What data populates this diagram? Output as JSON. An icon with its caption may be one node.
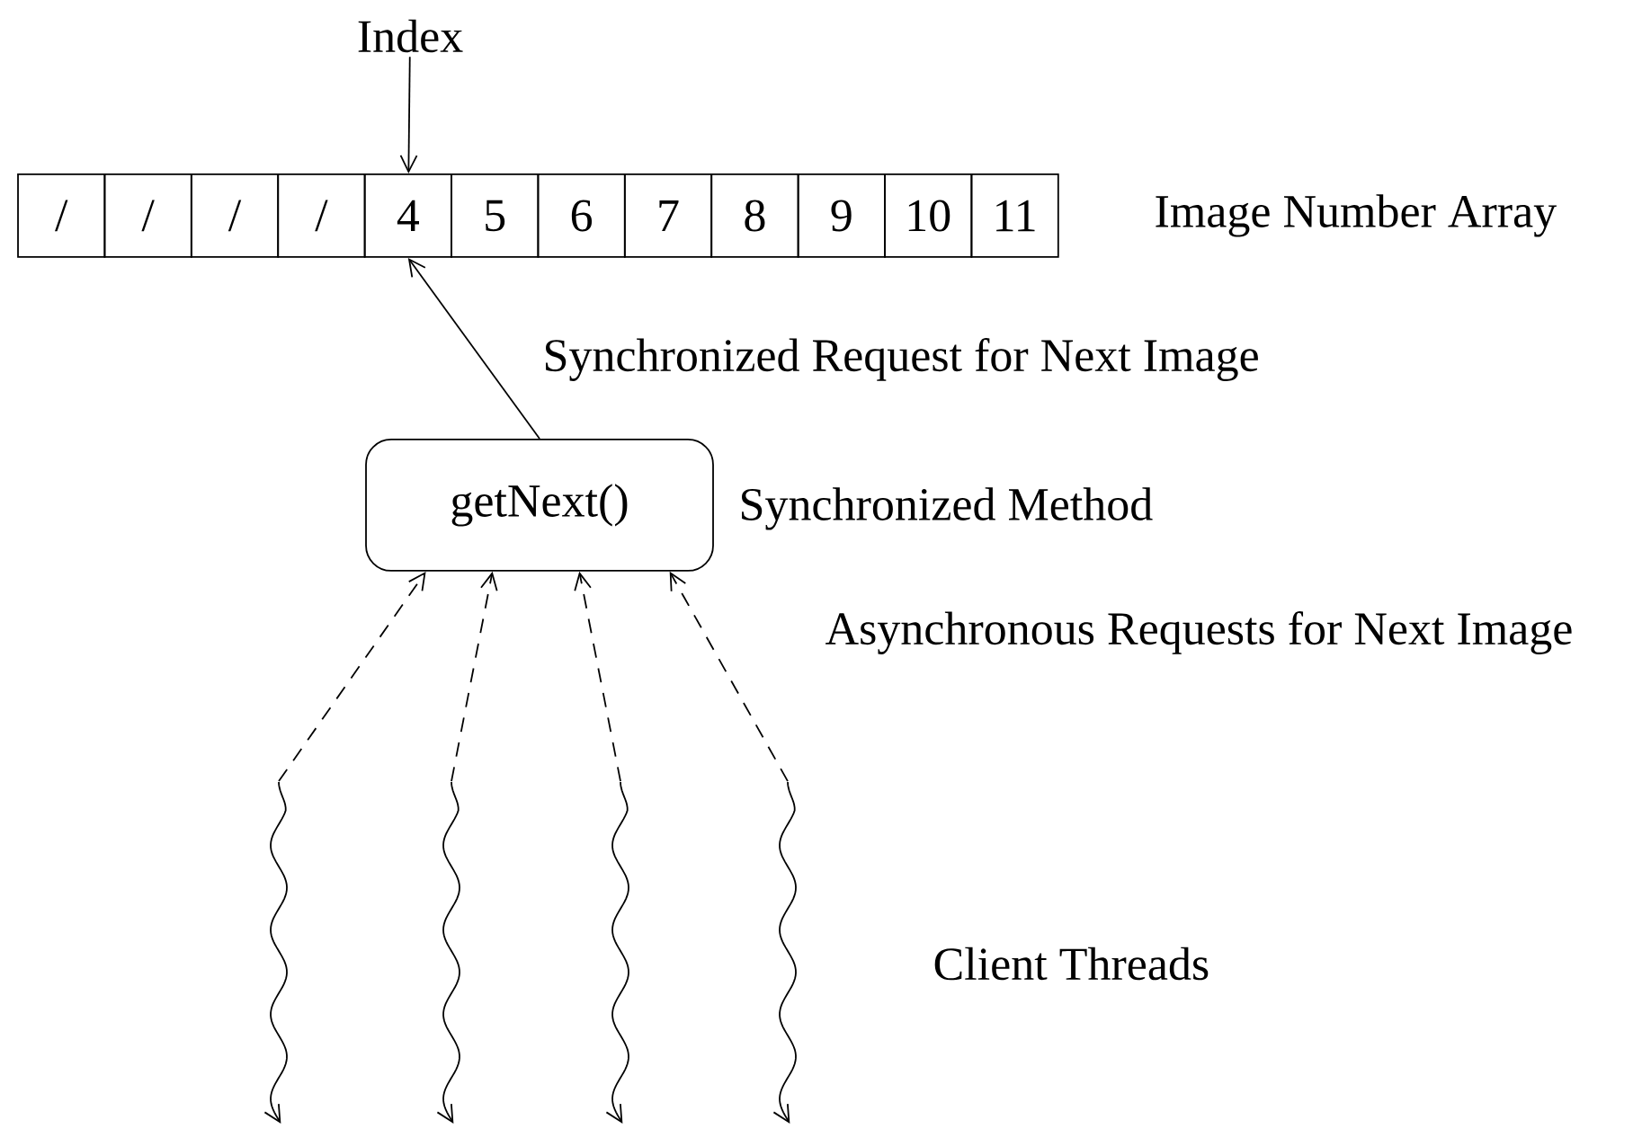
{
  "diagram": {
    "nodes": [
      {
        "text": [
          "Index"
        ]
      },
      {
        "text": [
          "/"
        ]
      },
      {
        "text": [
          "/"
        ]
      },
      {
        "text": [
          "/"
        ]
      },
      {
        "text": [
          "/"
        ]
      },
      {
        "text": [
          "4"
        ]
      },
      {
        "text": [
          "5"
        ]
      },
      {
        "text": [
          "6"
        ]
      },
      {
        "text": [
          "7"
        ]
      },
      {
        "text": [
          "8"
        ]
      },
      {
        "text": [
          "9"
        ]
      },
      {
        "text": [
          "10"
        ]
      },
      {
        "text": [
          "11"
        ]
      },
      {
        "text": [
          "getNext()"
        ],
        "beside": [
          "Synchronized Method"
        ]
      },
      {
        "text": [],
        "shape": "wave"
      },
      {
        "text": [],
        "shape": "wave"
      },
      {
        "text": [],
        "shape": "wave"
      },
      {
        "text": [],
        "shape": "wave"
      }
    ],
    "edges": [
      {
        "from": 0,
        "to": 5,
        "arrow": "to"
      },
      {
        "from": 13,
        "to": 5,
        "arrow": "to",
        "label": "Synchronized Request for Next Image"
      },
      {
        "from": 14,
        "to": 13,
        "arrow": "to",
        "style": "dashed"
      },
      {
        "from": 15,
        "to": 13,
        "arrow": "to",
        "style": "dashed"
      },
      {
        "from": 16,
        "to": 13,
        "arrow": "to",
        "style": "dashed"
      },
      {
        "from": 17,
        "to": 13,
        "arrow": "to",
        "style": "dashed"
      }
    ],
    "labels": [
      "Image Number Array",
      "Asynchronous Requests for Next Image",
      "Client Threads"
    ]
  }
}
